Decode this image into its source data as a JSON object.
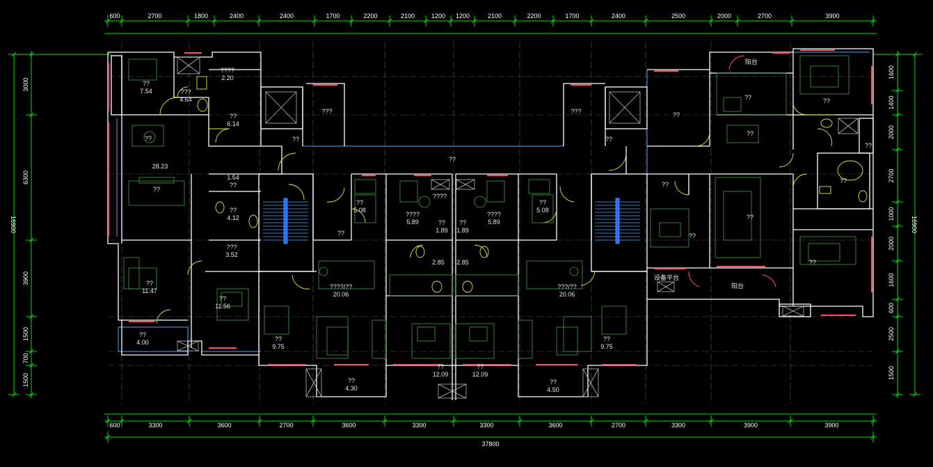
{
  "top_dims": [
    "600",
    "2700",
    "1800",
    "2400",
    "2400",
    "1700",
    "2200",
    "2100",
    "1200",
    "1200",
    "2100",
    "2200",
    "1700",
    "2400",
    "2500",
    "2000",
    "2700",
    "3900"
  ],
  "bottom_dims": [
    "600",
    "3300",
    "3600",
    "2700",
    "3600",
    "3300",
    "3300",
    "3600",
    "2700",
    "3300",
    "3900",
    "3900"
  ],
  "total_dim": "37800",
  "left_dims": [
    "3000",
    "6300",
    "3900",
    "1500",
    "700",
    "1500"
  ],
  "left_total": "16900",
  "right_dims": [
    "1600",
    "1400",
    "2000",
    "2700",
    "1000",
    "2000",
    "1600",
    "600",
    "2500",
    "1500"
  ],
  "right_total": "16900",
  "rooms": [
    {
      "id": "r1",
      "name": "??",
      "area": "7.54"
    },
    {
      "id": "r2",
      "name": "???",
      "area": "4.64"
    },
    {
      "id": "r3",
      "name": "????",
      "area": "2.20"
    },
    {
      "id": "r4",
      "name": "??",
      "area": "6.14"
    },
    {
      "id": "r5",
      "name": "??",
      "area": ""
    },
    {
      "id": "r6",
      "name": "28.23",
      "area": ""
    },
    {
      "id": "r7",
      "name": "??",
      "area": ""
    },
    {
      "id": "r8",
      "name": "1.54",
      "area": "??"
    },
    {
      "id": "r9",
      "name": "??",
      "area": "4.12"
    },
    {
      "id": "r10",
      "name": "???",
      "area": "3.52"
    },
    {
      "id": "r11",
      "name": "??",
      "area": "11.47"
    },
    {
      "id": "r12",
      "name": "??",
      "area": "11.56"
    },
    {
      "id": "r13",
      "name": "??",
      "area": "4.00"
    },
    {
      "id": "r14",
      "name": "???",
      "area": ""
    },
    {
      "id": "r15",
      "name": "??",
      "area": ""
    },
    {
      "id": "r16",
      "name": "??",
      "area": ""
    },
    {
      "id": "r17",
      "name": "??",
      "area": "5.08"
    },
    {
      "id": "r18",
      "name": "????",
      "area": "5.89"
    },
    {
      "id": "r19",
      "name": "??",
      "area": "1.89"
    },
    {
      "id": "r20",
      "name": "??",
      "area": ""
    },
    {
      "id": "r21",
      "name": "2.85",
      "area": ""
    },
    {
      "id": "r22",
      "name": "????/??",
      "area": "20.06"
    },
    {
      "id": "r23",
      "name": "??",
      "area": "9.75"
    },
    {
      "id": "r24",
      "name": "??",
      "area": "12.09"
    },
    {
      "id": "r25",
      "name": "??",
      "area": "4.30"
    },
    {
      "id": "r26",
      "name": "????",
      "area": ""
    },
    {
      "id": "r27",
      "name": "????",
      "area": "5.89"
    },
    {
      "id": "r28",
      "name": "??",
      "area": "1.89"
    },
    {
      "id": "r29",
      "name": "??",
      "area": "5.08"
    },
    {
      "id": "r30",
      "name": "2.85",
      "area": ""
    },
    {
      "id": "r31",
      "name": "???/??",
      "area": "20.06"
    },
    {
      "id": "r32",
      "name": "??",
      "area": "9.75"
    },
    {
      "id": "r33",
      "name": "??",
      "area": "12.09"
    },
    {
      "id": "r34",
      "name": "??",
      "area": "4.50"
    },
    {
      "id": "r35",
      "name": "???",
      "area": ""
    },
    {
      "id": "r36",
      "name": "??",
      "area": ""
    },
    {
      "id": "r37",
      "name": "??",
      "area": ""
    },
    {
      "id": "r38",
      "name": "阳台",
      "area": ""
    },
    {
      "id": "r39",
      "name": "??",
      "area": ""
    },
    {
      "id": "r40",
      "name": "??",
      "area": ""
    },
    {
      "id": "r41",
      "name": "??",
      "area": ""
    },
    {
      "id": "r42",
      "name": "??",
      "area": ""
    },
    {
      "id": "r43",
      "name": "??",
      "area": ""
    },
    {
      "id": "r44",
      "name": "??",
      "area": ""
    },
    {
      "id": "r45",
      "name": "??",
      "area": ""
    },
    {
      "id": "r46",
      "name": "设备平台",
      "area": ""
    },
    {
      "id": "r47",
      "name": "阳台",
      "area": ""
    },
    {
      "id": "r48",
      "name": "??",
      "area": ""
    },
    {
      "id": "r49",
      "name": "??",
      "area": ""
    }
  ],
  "colors": {
    "bg": "#000000",
    "wall": "#ffffff",
    "dim": "#00ff00",
    "text": "#ffffff",
    "furniture": "#3fa23f",
    "fixture": "#e6e64a",
    "door": "#ffff66",
    "window": "#ff4d6d",
    "glass": "#4da6ff",
    "stairs": "#2a6cff",
    "grid": "#888888"
  }
}
